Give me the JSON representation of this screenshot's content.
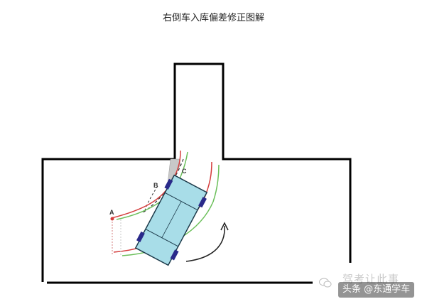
{
  "title": "右倒车入库偏差修正图解",
  "points": {
    "a": "A",
    "b": "B",
    "c": "C"
  },
  "watermark": {
    "faded_text": "驾考让此事",
    "text": "头条 @东通学车"
  },
  "colors": {
    "outline": "#000000",
    "car_body": "#a8dde8",
    "car_wheels": "#2a2a8a",
    "path_red": "#d43c3c",
    "path_green": "#6bbf5a",
    "path_dashed": "#333333",
    "corner_post": "#c8c8c8",
    "arrow": "#222222"
  }
}
